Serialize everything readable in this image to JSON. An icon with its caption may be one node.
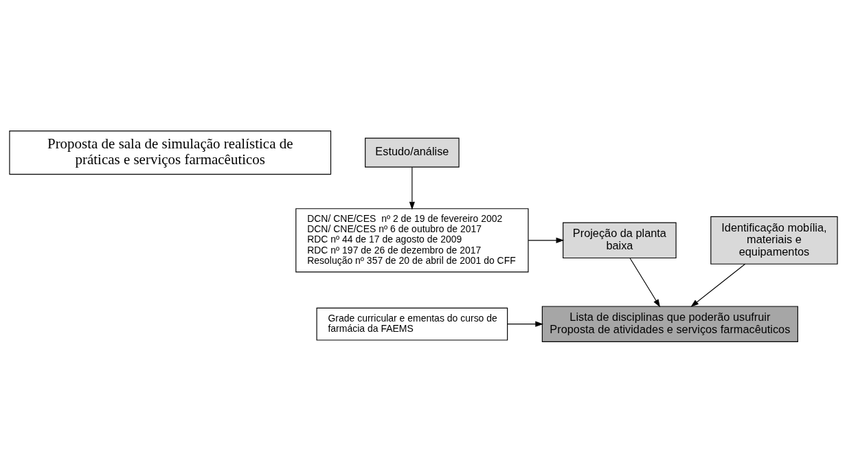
{
  "diagram": {
    "nodes": [
      {
        "text": [
          "Proposta de sala de simulação realística de práticas e serviços farmacêuticos"
        ]
      },
      {
        "text": [
          "Estudo/análise"
        ]
      },
      {
        "text": [
          "DCN/ CNE/CES  nº 2 de 19 de fevereiro 2002",
          "DCN/ CNE/CES nº 6 de outubro de 2017",
          "RDC nº 44 de 17 de agosto de 2009",
          "RDC nº 197 de 26 de dezembro de 2017",
          "Resolução nº 357 de 20 de abril de 2001 do CFF"
        ]
      },
      {
        "text": [
          "Projeção da planta baixa"
        ]
      },
      {
        "text": [
          "Identificação mobília, materiais e equipamentos"
        ]
      },
      {
        "text": [
          "Grade curricular e ementas do curso de farmácia da FAEMS"
        ]
      },
      {
        "text": [
          "Lista de disciplinas que poderão usufruir",
          "Proposta de atividades e serviços farmacêuticos"
        ]
      }
    ],
    "edges": [
      {
        "from": 1,
        "to": 2,
        "arrow": "to"
      },
      {
        "from": 2,
        "to": 3,
        "arrow": "to"
      },
      {
        "from": 3,
        "to": 6,
        "arrow": "to"
      },
      {
        "from": 4,
        "to": 6,
        "arrow": "to"
      },
      {
        "from": 5,
        "to": 6,
        "arrow": "to"
      }
    ]
  }
}
